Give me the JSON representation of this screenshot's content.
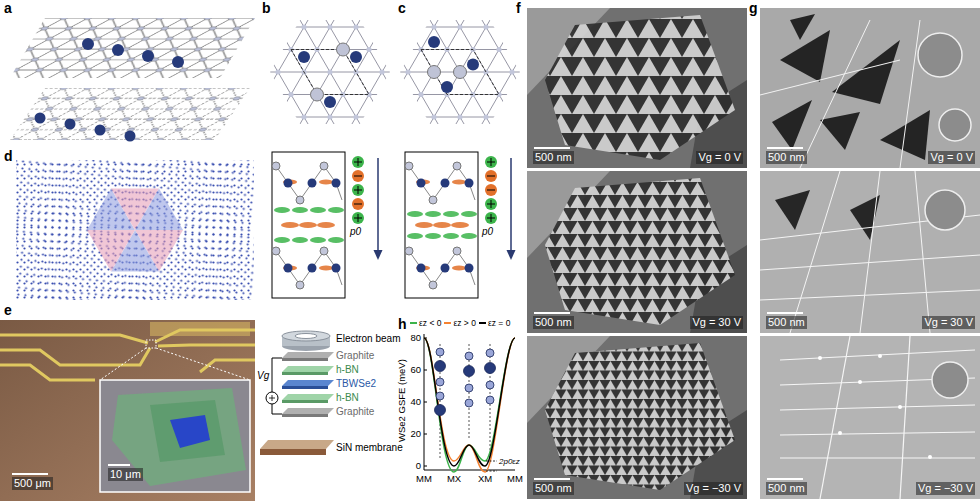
{
  "diagram": {
    "labels": [
      "a",
      "b",
      "c",
      "d",
      "e",
      "f",
      "g",
      "h",
      "p0",
      "p0",
      "500 μm",
      "10 μm",
      "Electron beam",
      "Graphite",
      "h-BN",
      "TBWSe2",
      "h-BN",
      "Graphite",
      "SiN membrane",
      "Vg",
      "WSe2 GSFE (meV)",
      "80",
      "60",
      "40",
      "20",
      "0",
      "MM",
      "MX",
      "XM",
      "MM",
      "2p0εz",
      "500 nm",
      "Vg = 0 V",
      "500 nm",
      "Vg = 30 V",
      "500 nm",
      "Vg = −30 V",
      "500 nm",
      "Vg = 0 V",
      "500 nm",
      "Vg = 30 V",
      "500 nm",
      "Vg = −30 V"
    ],
    "legend": [
      {
        "text": "εz < 0"
      },
      {
        "text": "εz > 0"
      },
      {
        "text": "εz = 0"
      }
    ]
  }
}
